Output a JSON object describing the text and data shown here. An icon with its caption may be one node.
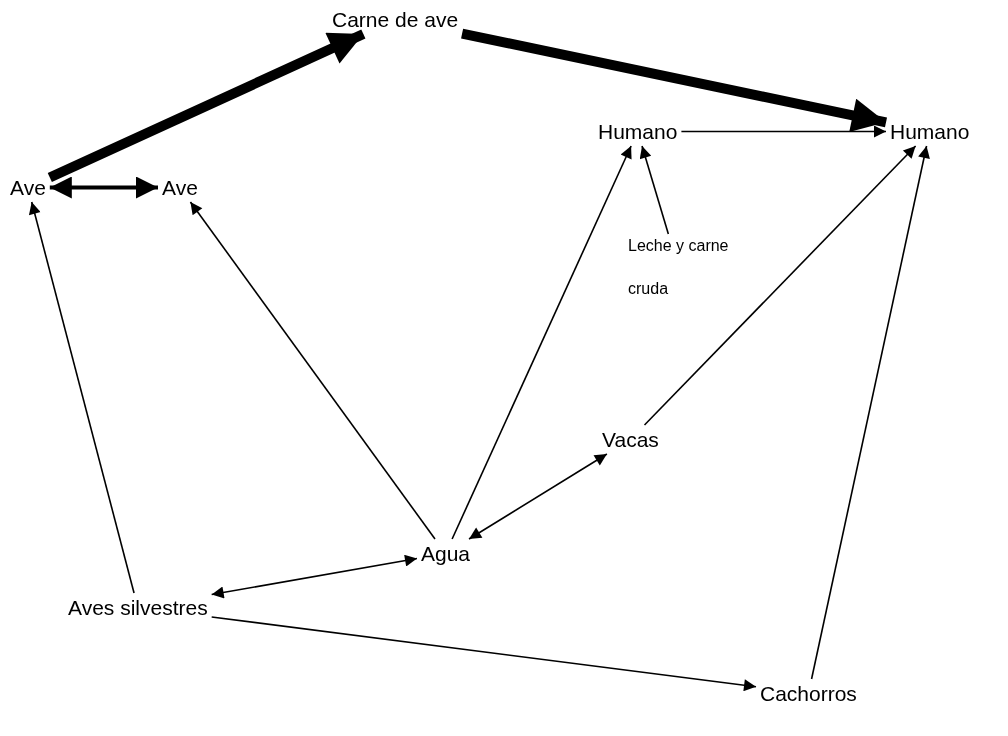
{
  "diagram": {
    "nodes": [
      {
        "text": [
          "Ave"
        ]
      },
      {
        "text": [
          "Ave"
        ]
      },
      {
        "text": [
          "Carne de ave"
        ]
      },
      {
        "text": [
          "Humano"
        ]
      },
      {
        "text": [
          "Humano"
        ]
      },
      {
        "text": [
          "Leche y carne cruda"
        ]
      },
      {
        "text": [
          "Vacas"
        ]
      },
      {
        "text": [
          "Agua"
        ]
      },
      {
        "text": [
          "Aves silvestres"
        ]
      },
      {
        "text": [
          "Cachorros"
        ]
      }
    ],
    "edges": [
      {
        "from": 0,
        "to": 2,
        "arrow": "to",
        "style": "thick"
      },
      {
        "from": 2,
        "to": 4,
        "arrow": "to",
        "style": "thick"
      },
      {
        "from": 0,
        "to": 1,
        "arrow": "both",
        "style": "thick"
      },
      {
        "from": 3,
        "to": 4,
        "arrow": "to"
      },
      {
        "from": 5,
        "to": 3,
        "arrow": "to"
      },
      {
        "from": 7,
        "to": 1,
        "arrow": "to"
      },
      {
        "from": 7,
        "to": 3,
        "arrow": "to"
      },
      {
        "from": 6,
        "to": 4,
        "arrow": "to"
      },
      {
        "from": 7,
        "to": 6,
        "arrow": "both"
      },
      {
        "from": 8,
        "to": 0,
        "arrow": "to"
      },
      {
        "from": 7,
        "to": 8,
        "arrow": "both"
      },
      {
        "from": 8,
        "to": 9,
        "arrow": "to"
      },
      {
        "from": 9,
        "to": 4,
        "arrow": "to"
      }
    ]
  }
}
